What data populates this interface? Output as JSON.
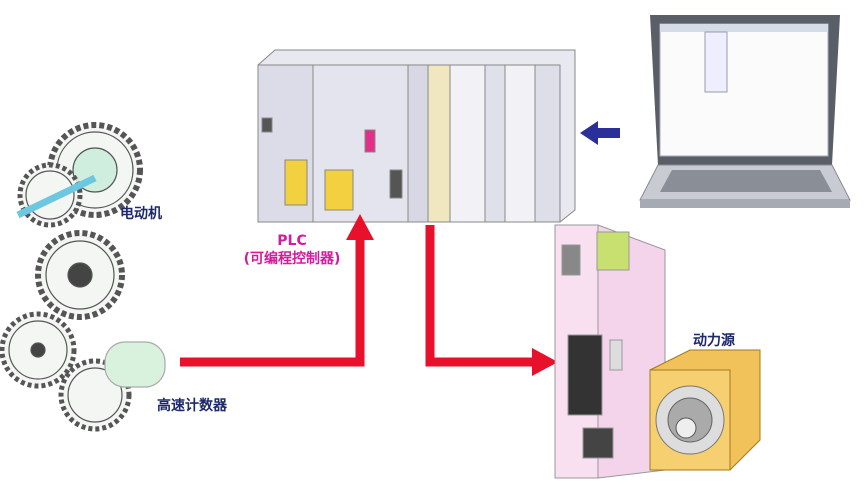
{
  "labels": {
    "motor": "电动机",
    "plc": "PLC",
    "plc_full": "(可编程控制器)",
    "counter": "高速计数器",
    "power": "动力源"
  },
  "colors": {
    "arrow_red": "#e8102a",
    "arrow_blue": "#2b2f9a",
    "label_magenta": "#d21c9c",
    "drive_pink": "#f4d4ea",
    "motor_yellow": "#f2c25a"
  }
}
